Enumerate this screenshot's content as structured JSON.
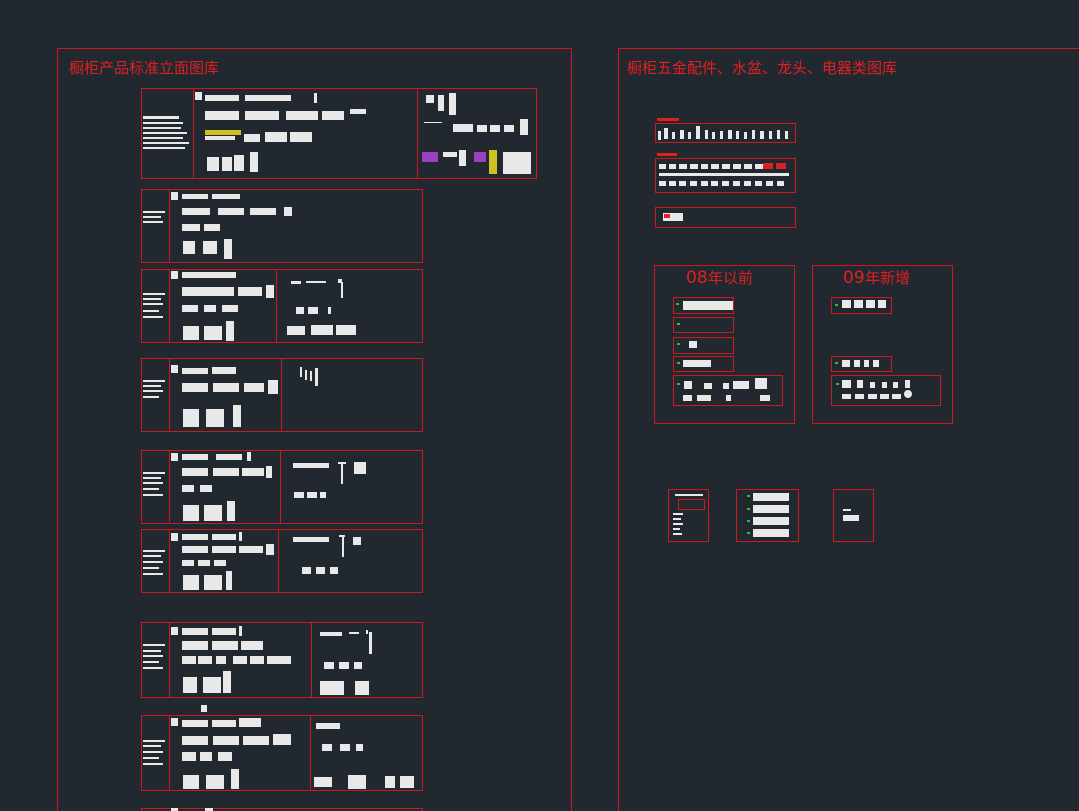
{
  "left_panel": {
    "title": "橱柜产品标准立面图库"
  },
  "right_panel": {
    "title": "橱柜五金配件、水盆、龙头、电器类图库"
  },
  "sub_08": {
    "num": "08",
    "label": "年以前"
  },
  "sub_09": {
    "num": "09",
    "label": "年新增"
  },
  "colors": {
    "background": "#212830",
    "frame": "#d01818",
    "text": "#e02020",
    "drawing": "#e8e8e8"
  }
}
